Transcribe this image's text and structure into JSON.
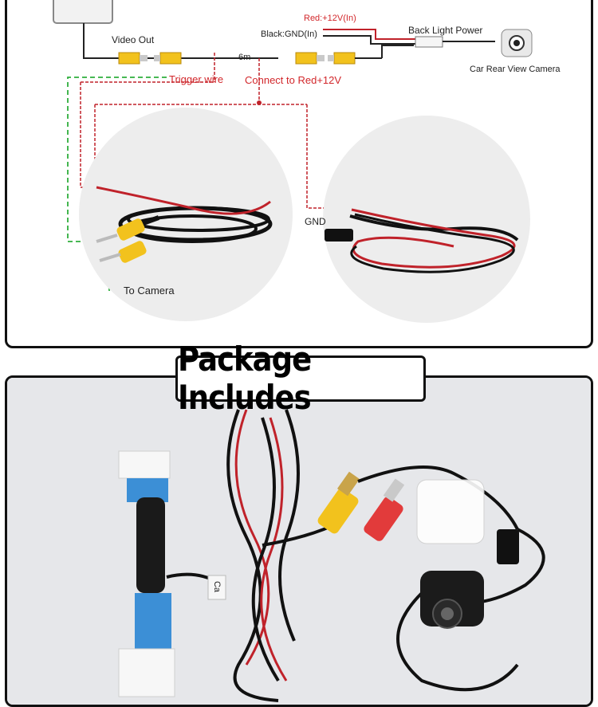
{
  "diagram": {
    "video_out": "Video Out",
    "red_12v_in": "Red:+12V(In)",
    "black_gnd_in": "Black:GND(In)",
    "back_light_power": "Back Light Power",
    "length": "6m",
    "trigger_wire": "Trigger wire",
    "connect_red": "Connect to Red+12V",
    "car_rear_camera": "Car Rear View Camera",
    "gnd": "GND",
    "to_camera": "To Camera"
  },
  "package": {
    "title": "Package Includes",
    "cable_tag": "Ca"
  },
  "colors": {
    "red_label": "#d2272b",
    "dashed_green": "#2fae3c",
    "dashed_red": "#c0222a",
    "rca_yellow": "#f2c21d",
    "rca_red": "#e23b3b"
  }
}
